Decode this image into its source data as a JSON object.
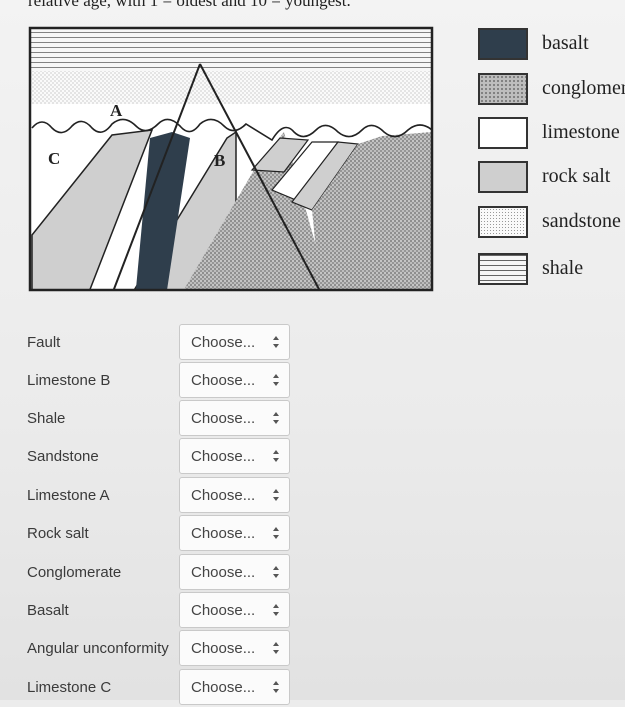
{
  "header": {
    "text": "relative age, with 1 = oldest and 10 = youngest."
  },
  "diagram": {
    "labels": {
      "a": "A",
      "b": "B",
      "c": "C"
    }
  },
  "legend": [
    {
      "label": "basalt",
      "pattern": "basalt"
    },
    {
      "label": "conglomerate",
      "pattern": "conglomerate"
    },
    {
      "label": "limestone",
      "pattern": "limestone"
    },
    {
      "label": "rock salt",
      "pattern": "rock-salt"
    },
    {
      "label": "sandstone",
      "pattern": "sandstone"
    },
    {
      "label": "shale",
      "pattern": "shale"
    }
  ],
  "questions": [
    {
      "label": "Fault",
      "value": "Choose..."
    },
    {
      "label": "Limestone B",
      "value": "Choose..."
    },
    {
      "label": "Shale",
      "value": "Choose..."
    },
    {
      "label": "Sandstone",
      "value": "Choose..."
    },
    {
      "label": "Limestone A",
      "value": "Choose..."
    },
    {
      "label": "Rock salt",
      "value": "Choose..."
    },
    {
      "label": "Conglomerate",
      "value": "Choose..."
    },
    {
      "label": "Basalt",
      "value": "Choose..."
    },
    {
      "label": "Angular unconformity",
      "value": "Choose..."
    },
    {
      "label": "Limestone C",
      "value": "Choose..."
    }
  ],
  "colors": {
    "basalt": "#2f3e4c",
    "rock_salt": "#cfcfcf",
    "limestone": "#ffffff",
    "outline": "#222222"
  }
}
